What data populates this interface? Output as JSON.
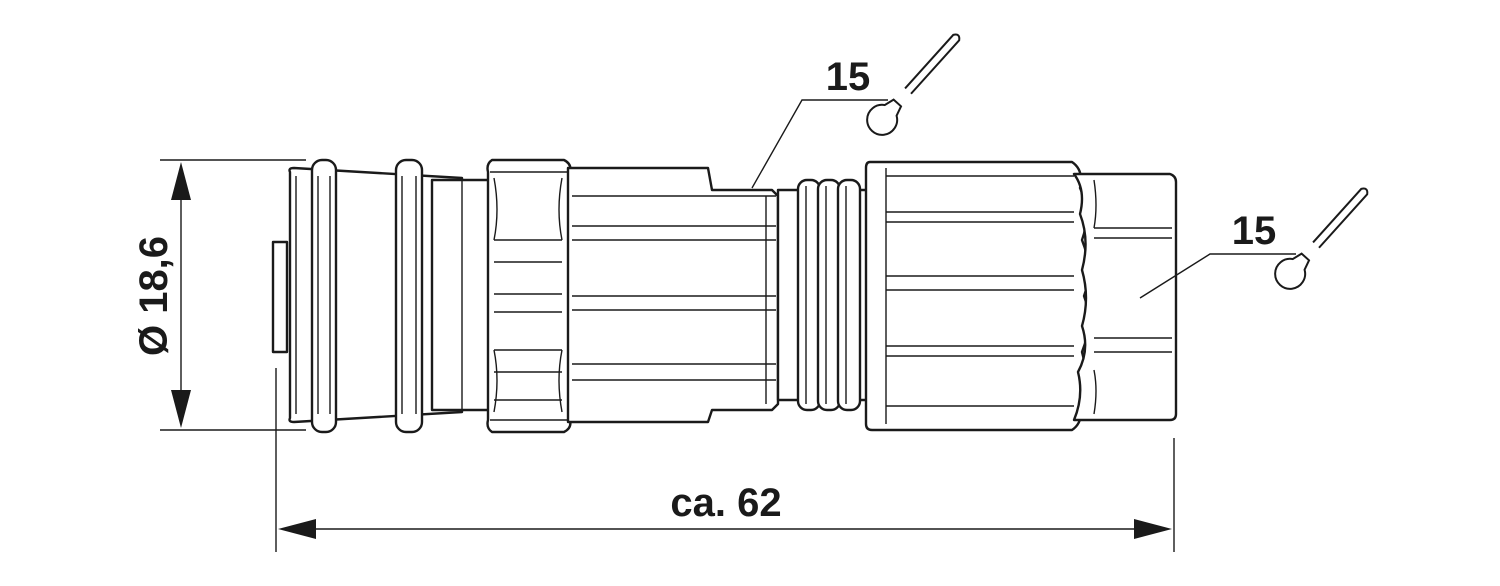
{
  "drawing": {
    "diameter_label": "Ø 18,6",
    "length_label": "ca. 62",
    "wrench_size_1": "15",
    "wrench_size_2": "15",
    "wrench_icon": "open-end-wrench"
  }
}
